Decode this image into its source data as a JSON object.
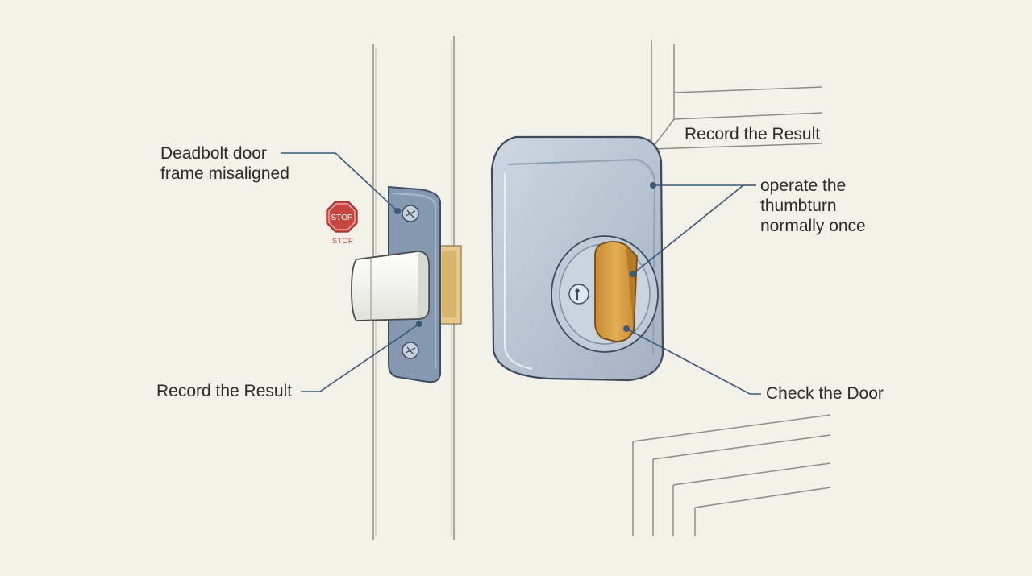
{
  "annotations": {
    "frame_misaligned": "Deadbolt door\nframe misaligned",
    "record_result_left": "Record the Result",
    "record_result_top": "Record the Result",
    "operate_thumbturn": "operate the\nthumbturn\nnormally once",
    "check_door": "Check the Door"
  },
  "stop_sign": {
    "text": "STOP",
    "caption": "STOP"
  },
  "colors": {
    "background": "#f3f0e7",
    "leader_line": "#3b5a78",
    "lock_body": "#b9c6d3",
    "strike_plate": "#7f95ad",
    "thumbturn": "#d9a24a",
    "stop_red": "#c8463f"
  },
  "icons": [
    "stop-sign-icon",
    "screw-icon",
    "keyhole-icon"
  ]
}
